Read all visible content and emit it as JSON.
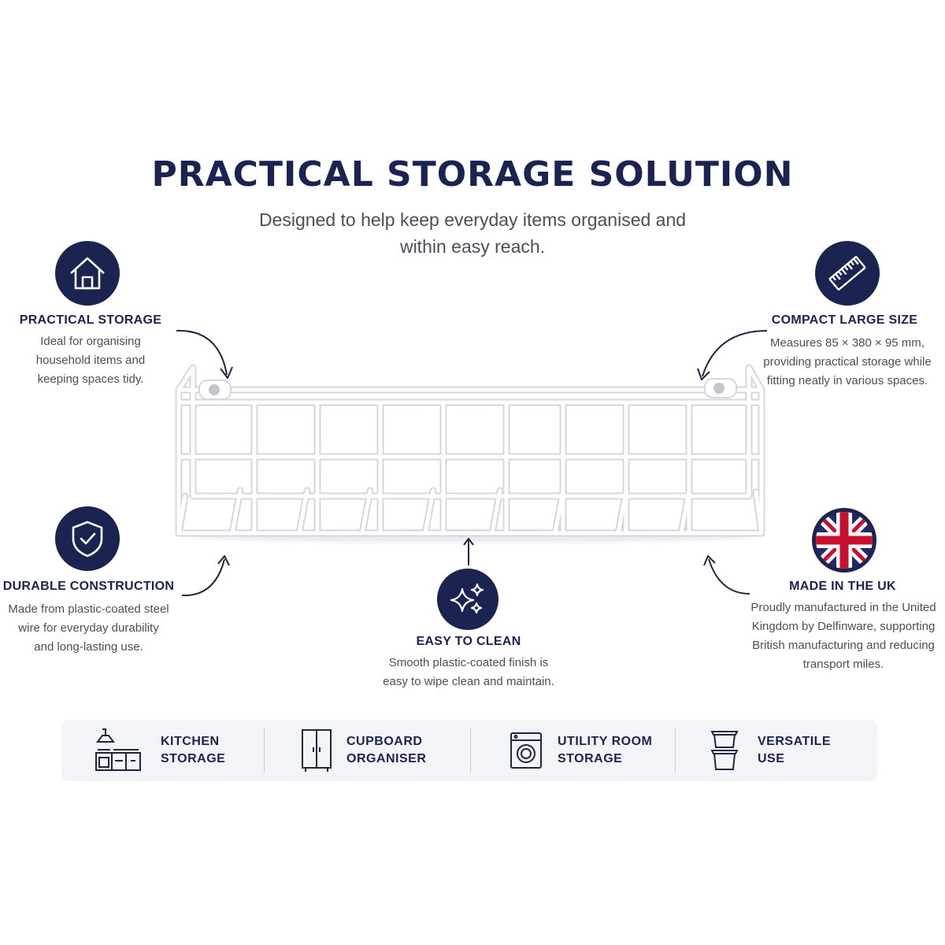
{
  "header": {
    "title": "PRACTICAL STORAGE SOLUTION",
    "subtitle": "Designed to help keep everyday items organised and within easy reach."
  },
  "features": {
    "practical": {
      "icon": "house-icon",
      "title": "PRACTICAL STORAGE",
      "desc": "Ideal for organising household items and keeping spaces tidy."
    },
    "compact": {
      "icon": "ruler-icon",
      "title": "COMPACT LARGE SIZE",
      "desc": "Measures 85 × 380 × 95 mm, providing practical storage while fitting neatly in various spaces."
    },
    "durable": {
      "icon": "shield-check-icon",
      "title": "DURABLE CONSTRUCTION",
      "desc": "Made from plastic-coated steel wire for everyday durability and long-lasting use."
    },
    "clean": {
      "icon": "sparkles-icon",
      "title": "EASY TO CLEAN",
      "desc": "Smooth plastic-coated finish is easy to wipe clean and maintain."
    },
    "uk": {
      "icon": "uk-flag-icon",
      "title": "MADE IN THE UK",
      "desc": "Proudly manufactured in the United Kingdom by Delfinware, supporting British manufacturing and reducing transport miles."
    }
  },
  "uses": [
    {
      "icon": "kitchen-icon",
      "label": "KITCHEN\nSTORAGE"
    },
    {
      "icon": "cupboard-icon",
      "label": "CUPBOARD\nORGANISER"
    },
    {
      "icon": "washing-machine-icon",
      "label": "UTILITY ROOM\nSTORAGE"
    },
    {
      "icon": "containers-icon",
      "label": "VERSATILE\nUSE"
    }
  ],
  "colors": {
    "navy": "#1b2350",
    "text": "#4a4f5c",
    "bar_bg": "#f3f4f8"
  }
}
